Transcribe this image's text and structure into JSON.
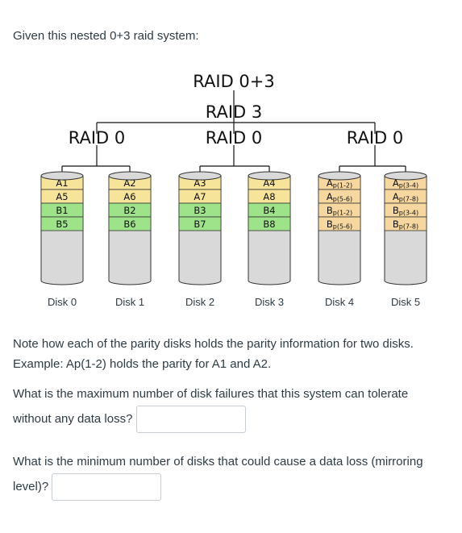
{
  "question": {
    "intro": "Given this nested 0+3 raid system:",
    "diagram": {
      "top_label": "RAID 0+3",
      "mid_label": "RAID 3",
      "raid0_labels": [
        "RAID 0",
        "RAID 0",
        "RAID 0"
      ],
      "disks": [
        {
          "label": "Disk 0",
          "blocks": [
            "A1",
            "A5",
            "B1",
            "B5"
          ]
        },
        {
          "label": "Disk 1",
          "blocks": [
            "A2",
            "A6",
            "B2",
            "B6"
          ]
        },
        {
          "label": "Disk 2",
          "blocks": [
            "A3",
            "A7",
            "B3",
            "B7"
          ]
        },
        {
          "label": "Disk 3",
          "blocks": [
            "A4",
            "A8",
            "B4",
            "B8"
          ]
        },
        {
          "label": "Disk 4",
          "parity": [
            [
              "A",
              "p(1-2)"
            ],
            [
              "A",
              "p(5-6)"
            ],
            [
              "B",
              "p(1-2)"
            ],
            [
              "B",
              "p(5-6)"
            ]
          ]
        },
        {
          "label": "Disk 5",
          "parity": [
            [
              "A",
              "p(3-4)"
            ],
            [
              "A",
              "p(7-8)"
            ],
            [
              "B",
              "p(3-4)"
            ],
            [
              "B",
              "p(7-8)"
            ]
          ]
        }
      ],
      "colors": {
        "a_blocks": "#f7e49b",
        "b_blocks": "#9ee38a",
        "parity_blocks": "#f6d7a0",
        "empty": "#d9d9d9"
      }
    },
    "note_line1": "Note how each of the parity disks holds the parity information for two disks.",
    "note_line2": "Example: Ap(1-2) holds the parity for A1 and A2.",
    "q1_line1": "What is the maximum number of disk failures that this system can tolerate",
    "q1_line2": "without any data loss?",
    "q1_value": "",
    "q2_line1": "What is the minimum number of disks that could cause a data loss (mirroring",
    "q2_line2": "level)?",
    "q2_value": ""
  }
}
